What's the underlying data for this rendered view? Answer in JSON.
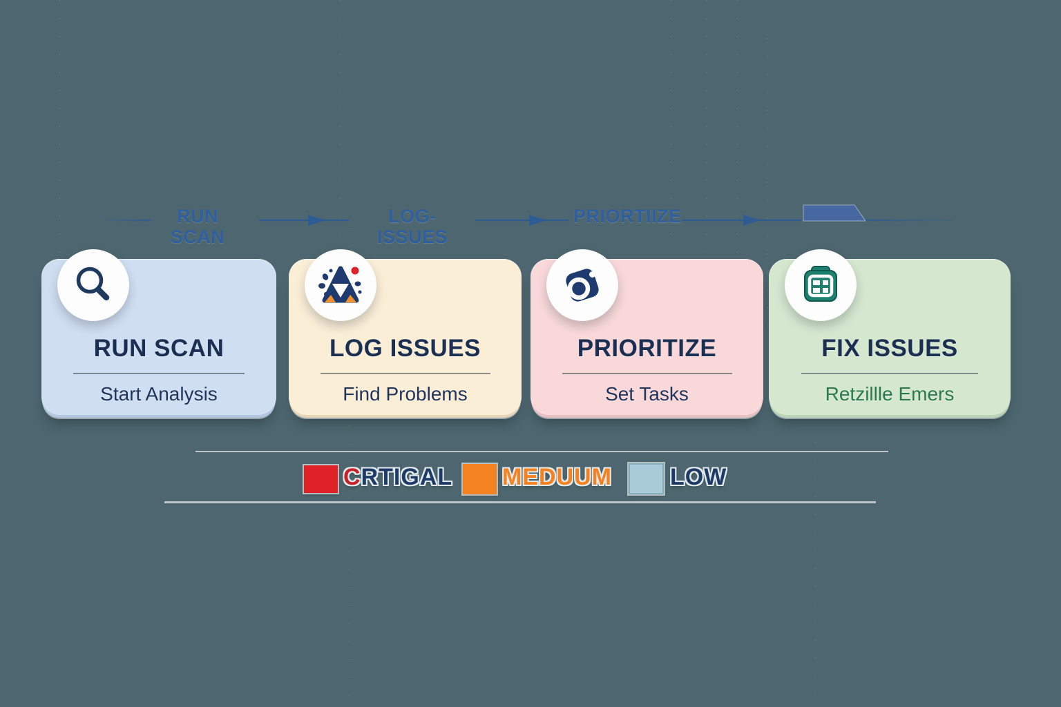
{
  "background_color": "#4d666f",
  "flow": {
    "labels": [
      "RUN SCAN",
      "LOG-ISSUES",
      "PRIORTIIZE"
    ],
    "arrow_color": "#2e5b94",
    "redacted_block_color": "#46679f"
  },
  "cards": [
    {
      "title": "RUN SCAN",
      "subtitle": "Start Analysis",
      "bg": "#cfdef1",
      "icon": "magnifier-icon"
    },
    {
      "title": "LOG ISSUES",
      "subtitle": "Find Problems",
      "bg": "#fbeed7",
      "icon": "triangle-bug-logo-icon"
    },
    {
      "title": "PRIORITIZE",
      "subtitle": "Set Tasks",
      "bg": "#f8d8d9",
      "icon": "tag-icon"
    },
    {
      "title": "FIX ISSUES",
      "subtitle": "Retzillle Emers",
      "bg": "#d5e7cf",
      "icon": "calendar-grid-icon",
      "subtitle_color": "#2b7a4e"
    }
  ],
  "legend": {
    "items": [
      {
        "first": "C",
        "rest": "RTIGAL",
        "swatch_color": "#e02128",
        "first_color": "#c8232a",
        "text_color": "#1e3a66"
      },
      {
        "label": "MEDUUM",
        "swatch_color": "#f58220",
        "text_color": "#f58220"
      },
      {
        "label": "LOW",
        "swatch_color": "#a9cbd8",
        "text_color": "#1e3a66"
      }
    ]
  }
}
